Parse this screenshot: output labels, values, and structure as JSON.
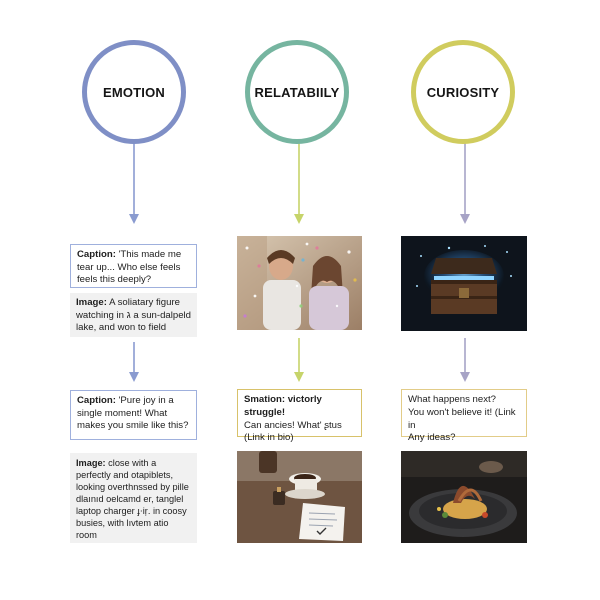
{
  "colors": {
    "emotion": "#7f8fc6",
    "relatability": "#76b5a0",
    "curiosity": "#d0cc5e",
    "arrow_emotion": "#8a9bd0",
    "arrow_relatability": "#c6d46a",
    "arrow_curiosity": "#a7a3c6",
    "box_emotion": "#9fb0dd",
    "box_curiosity": "#e2cc88"
  },
  "columns": [
    {
      "title": "EMOTION"
    },
    {
      "title": "RELATABIILY"
    },
    {
      "title": "CURIOSITY"
    }
  ],
  "emotion": {
    "caption1_label": "Caption:",
    "caption1_text": " 'This made me tear up... Who else feels feels this deeply?",
    "image1_label": "Image:",
    "image1_text": " A soliatary figure watching in ג a sun-dalpeld lake, and won to field",
    "caption2_label": "Caption:",
    "caption2_text": " 'Pure joy in a single moment! What makes you smile like this?",
    "image2_label": "Image:",
    "image2_text": " close with a perfectly and otapiblets, looking overthnssed by pille dlaınıd oelcamd er, tanglel laptop charger ɟ⋅iŗ. in coosy busies, with lıvtem atio room"
  },
  "relatability": {
    "caption_line1": "Smation: victorly struggle!",
    "caption_line2": "Can ancies! What' ʂtus",
    "caption_line3": "(Link in bio)",
    "photo1": "friends-laughing-confetti",
    "photo2": "coffee-and-checklist"
  },
  "curiosity": {
    "caption_line1": "What happens next?",
    "caption_line2": "You won't believe it! (Link in",
    "caption_line3": "Any ideas?",
    "photo1": "glowing-treasure-chest",
    "photo2": "gourmet-dish-plate"
  }
}
